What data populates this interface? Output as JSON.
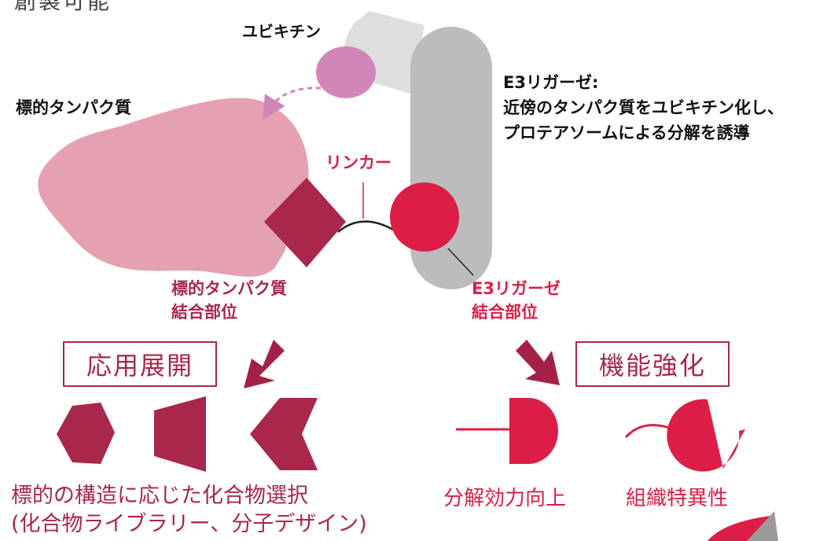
{
  "labels": {
    "top_caption": "創製可能",
    "ubiquitin": "ユビキチン",
    "target_protein": "標的タンパク質",
    "e3_title": "E3リガーゼ:",
    "e3_desc_line1": "近傍のタンパク質をユビキチン化し、",
    "e3_desc_line2": "プロテアソームによる分解を誘導",
    "linker": "リンカー",
    "target_binding_line1": "標的タンパク質",
    "target_binding_line2": "結合部位",
    "e3_binding_line1": "E3リガーゼ",
    "e3_binding_line2": "結合部位",
    "application_box": "応用展開",
    "enhancement_box": "機能強化",
    "structure_line1": "標的の構造に応じた化合物選択",
    "structure_line2": "(化合物ライブラリー、分子デザイン)",
    "degradation_efficacy": "分解効力向上",
    "tissue_specificity": "組織特異性"
  },
  "colors": {
    "target_protein": "#e5a0b2",
    "ubiquitin": "#d087b8",
    "e3_light": "#dedede",
    "e3_dark": "#bcbcbc",
    "accent_red": "#dc1e47",
    "maroon": "#a8274a",
    "arrow_dark": "#a32147"
  }
}
